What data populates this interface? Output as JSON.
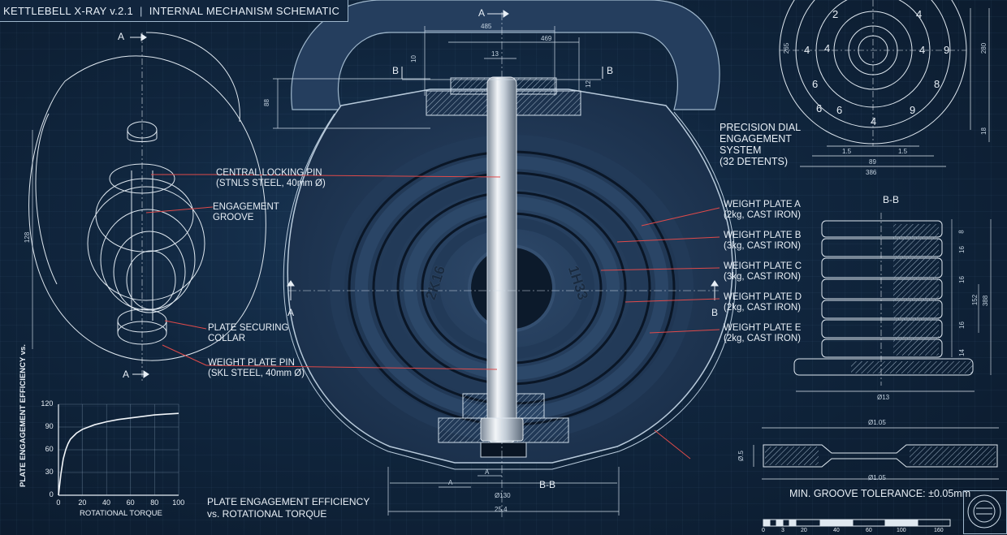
{
  "header": {
    "title": "KETTLEBELL X-RAY v.2.1",
    "separator": "|",
    "subtitle": "INTERNAL MECHANISM SCHEMATIC"
  },
  "section_markers": {
    "a_top_left": "A",
    "a_bottom_left": "A",
    "a_top_center": "A",
    "b_left": "B",
    "b_right": "B",
    "a_mid_left": "A",
    "b_mid_right": "B",
    "bb_bottom": "B-B",
    "bb_section": "B-B",
    "a_dim_left": "A",
    "a_dim_right": "A"
  },
  "callouts": {
    "central_pin": {
      "title": "CENTRAL LOCKING PIN",
      "detail": "(STNLS STEEL, 40mm Ø)"
    },
    "engagement_groove": {
      "line1": "ENGAGEMENT",
      "line2": "GROOVE"
    },
    "securing_collar": {
      "line1": "PLATE SECURING",
      "line2": "COLLAR"
    },
    "weight_plate_pin": {
      "title": "WEIGHT PLATE PIN",
      "detail": "(SKL STEEL, 40mm Ø)"
    },
    "dial": {
      "line1": "PRECISION DIAL",
      "line2": "ENGAGEMENT",
      "line3": "SYSTEM",
      "line4": "(32 DETENTS)"
    },
    "plates": [
      {
        "title": "WEIGHT PLATE A",
        "detail": "(2kg, CAST IRON)"
      },
      {
        "title": "WEIGHT PLATE B",
        "detail": "(3kg, CAST IRON)"
      },
      {
        "title": "WEIGHT PLATE C",
        "detail": "(3kg, CAST IRON)"
      },
      {
        "title": "WEIGHT PLATE D",
        "detail": "(2kg, CAST IRON)"
      },
      {
        "title": "WEIGHT PLATE E",
        "detail": "(2kg, CAST IRON)"
      }
    ],
    "tolerance": "MIN. GROOVE TOLERANCE: ±0.05mm"
  },
  "dimensions": {
    "d485": "485",
    "d469": "469",
    "d13": "13",
    "d10": "10",
    "d12": "12",
    "d88": "88",
    "d128": "128",
    "d130": "Ø130",
    "d254": "25.4",
    "d265": "265",
    "d280": "280",
    "d18": "18",
    "d15a": "1.5",
    "d15b": "1.5",
    "d89": "89",
    "d386": "386",
    "d013": "Ø13",
    "d105a": "Ø1.05",
    "d105b": "Ø1.05",
    "d05": "Ø.5",
    "s8": "8",
    "s16a": "16",
    "s16b": "16",
    "s16c": "16",
    "s14": "14",
    "s152": "152",
    "s388": "388"
  },
  "plate_markings": {
    "left": "2K16",
    "right": "1H33"
  },
  "dial_numbers": [
    "2",
    "4",
    "4",
    "4",
    "9",
    "4",
    "8",
    "6",
    "4",
    "6",
    "9",
    "6"
  ],
  "scale_bar": {
    "ticks": [
      "0",
      "3",
      "20",
      "40",
      "60",
      "100",
      "160"
    ]
  },
  "chart_data": {
    "type": "line",
    "title": "",
    "xlabel": "ROTATIONAL TORQUE",
    "ylabel": "PLATE ENGAGEMENT EFFICIENCY vs.",
    "xlim": [
      0,
      100
    ],
    "ylim": [
      0,
      120
    ],
    "x_ticks": [
      0,
      20,
      40,
      60,
      80,
      100
    ],
    "y_ticks": [
      0,
      30,
      60,
      90,
      120
    ],
    "grid": true,
    "series": [
      {
        "x": [
          0,
          2,
          4,
          6,
          8,
          10,
          15,
          20,
          30,
          40,
          50,
          60,
          70,
          80,
          90,
          100
        ],
        "y": [
          0,
          28,
          48,
          60,
          68,
          74,
          82,
          87,
          93,
          97,
          100,
          102,
          104,
          106,
          107,
          108
        ]
      }
    ]
  },
  "chart_caption": {
    "line1": "PLATE ENGAGEMENT EFFICIENCY",
    "line2": "vs. ROTATIONAL TORQUE"
  },
  "colors": {
    "background": "#0e2238",
    "line": "#cfdce8",
    "leader": "#e04a4a",
    "metal": "#3a5576"
  }
}
